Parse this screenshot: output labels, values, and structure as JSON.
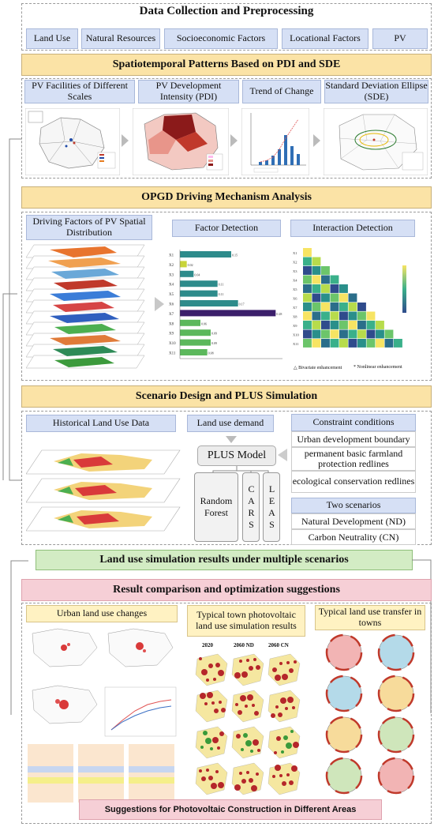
{
  "section1": {
    "title": "Data Collection and Preprocessing",
    "items": [
      "Land Use",
      "Natural Resources",
      "Socioeconomic Factors",
      "Locational Factors",
      "PV"
    ]
  },
  "section2": {
    "title": "Spatiotemporal Patterns Based on PDI and SDE",
    "panels": [
      "PV Facilities of Different Scales",
      "PV Development Intensity (PDI)",
      "Trend of Change",
      "Standard Deviation Ellipse (SDE)"
    ]
  },
  "section3": {
    "title": "OPGD Driving Mechanism Analysis",
    "panels": [
      "Driving Factors of PV Spatial Distribution",
      "Factor Detection",
      "Interaction Detection"
    ],
    "factor_labels": [
      "X1",
      "X2",
      "X3",
      "X4",
      "X5",
      "X6",
      "X7",
      "X8",
      "X9",
      "X10",
      "X11"
    ],
    "factor_values": [
      0.15,
      0.02,
      0.04,
      0.11,
      0.11,
      0.17,
      0.28,
      0.06,
      0.09,
      0.09,
      0.08
    ],
    "interaction_legend": [
      "△ Bivariate enhancement",
      "* Nonlinear enhancement"
    ]
  },
  "section4": {
    "title": "Scenario Design and PLUS Simulation",
    "historical": "Historical Land Use Data",
    "demand": "Land use demand",
    "model": "PLUS Model",
    "rf": [
      "Random",
      "Forest"
    ],
    "cars": "CARS",
    "leas": "LEAS",
    "constraints_title": "Constraint conditions",
    "constraints": [
      "Urban development boundary",
      "permanent basic farmland protection redlines",
      "ecological conservation redlines"
    ],
    "scenarios_title": "Two scenarios",
    "scenarios": [
      "Natural Development (ND)",
      "Carbon Neutrality (CN)"
    ]
  },
  "section5": {
    "title": "Land use simulation results under multiple scenarios"
  },
  "section6": {
    "title": "Result comparison and optimization suggestions",
    "panels": [
      "Urban land use changes",
      "Typical town photovoltaic land use simulation results",
      "Typical land use transfer in towns"
    ],
    "cols": [
      "2020",
      "2060 ND",
      "2060 CN"
    ],
    "suggestion": "Suggestions for Photovoltaic Construction in Different Areas"
  },
  "colors": {
    "header_yellow": "#fbe3a6",
    "panel_blue": "#d6e0f5",
    "green": "#d3ecc4",
    "pink": "#f6cfd6",
    "bar_teal": "#2e8b8b",
    "bar_purple": "#3b1f6b",
    "bar_green": "#5cb85c",
    "bar_yellow": "#c8d43a"
  }
}
